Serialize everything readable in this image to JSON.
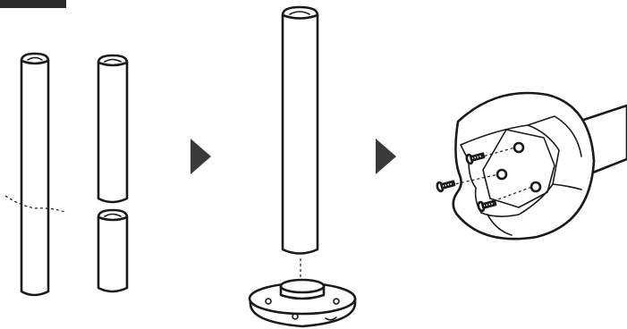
{
  "figure": {
    "steps": [
      {
        "id": "step-1",
        "description_visible_text": ""
      },
      {
        "id": "step-2",
        "description_visible_text": ""
      },
      {
        "id": "step-3",
        "description_visible_text": ""
      }
    ],
    "arrow_color": "#3a3a3a",
    "ink_color": "#1a1a1a",
    "corner_tab_color": "#2b2b2b",
    "icons": [
      "next-step-arrow-icon",
      "screw-icon"
    ]
  }
}
